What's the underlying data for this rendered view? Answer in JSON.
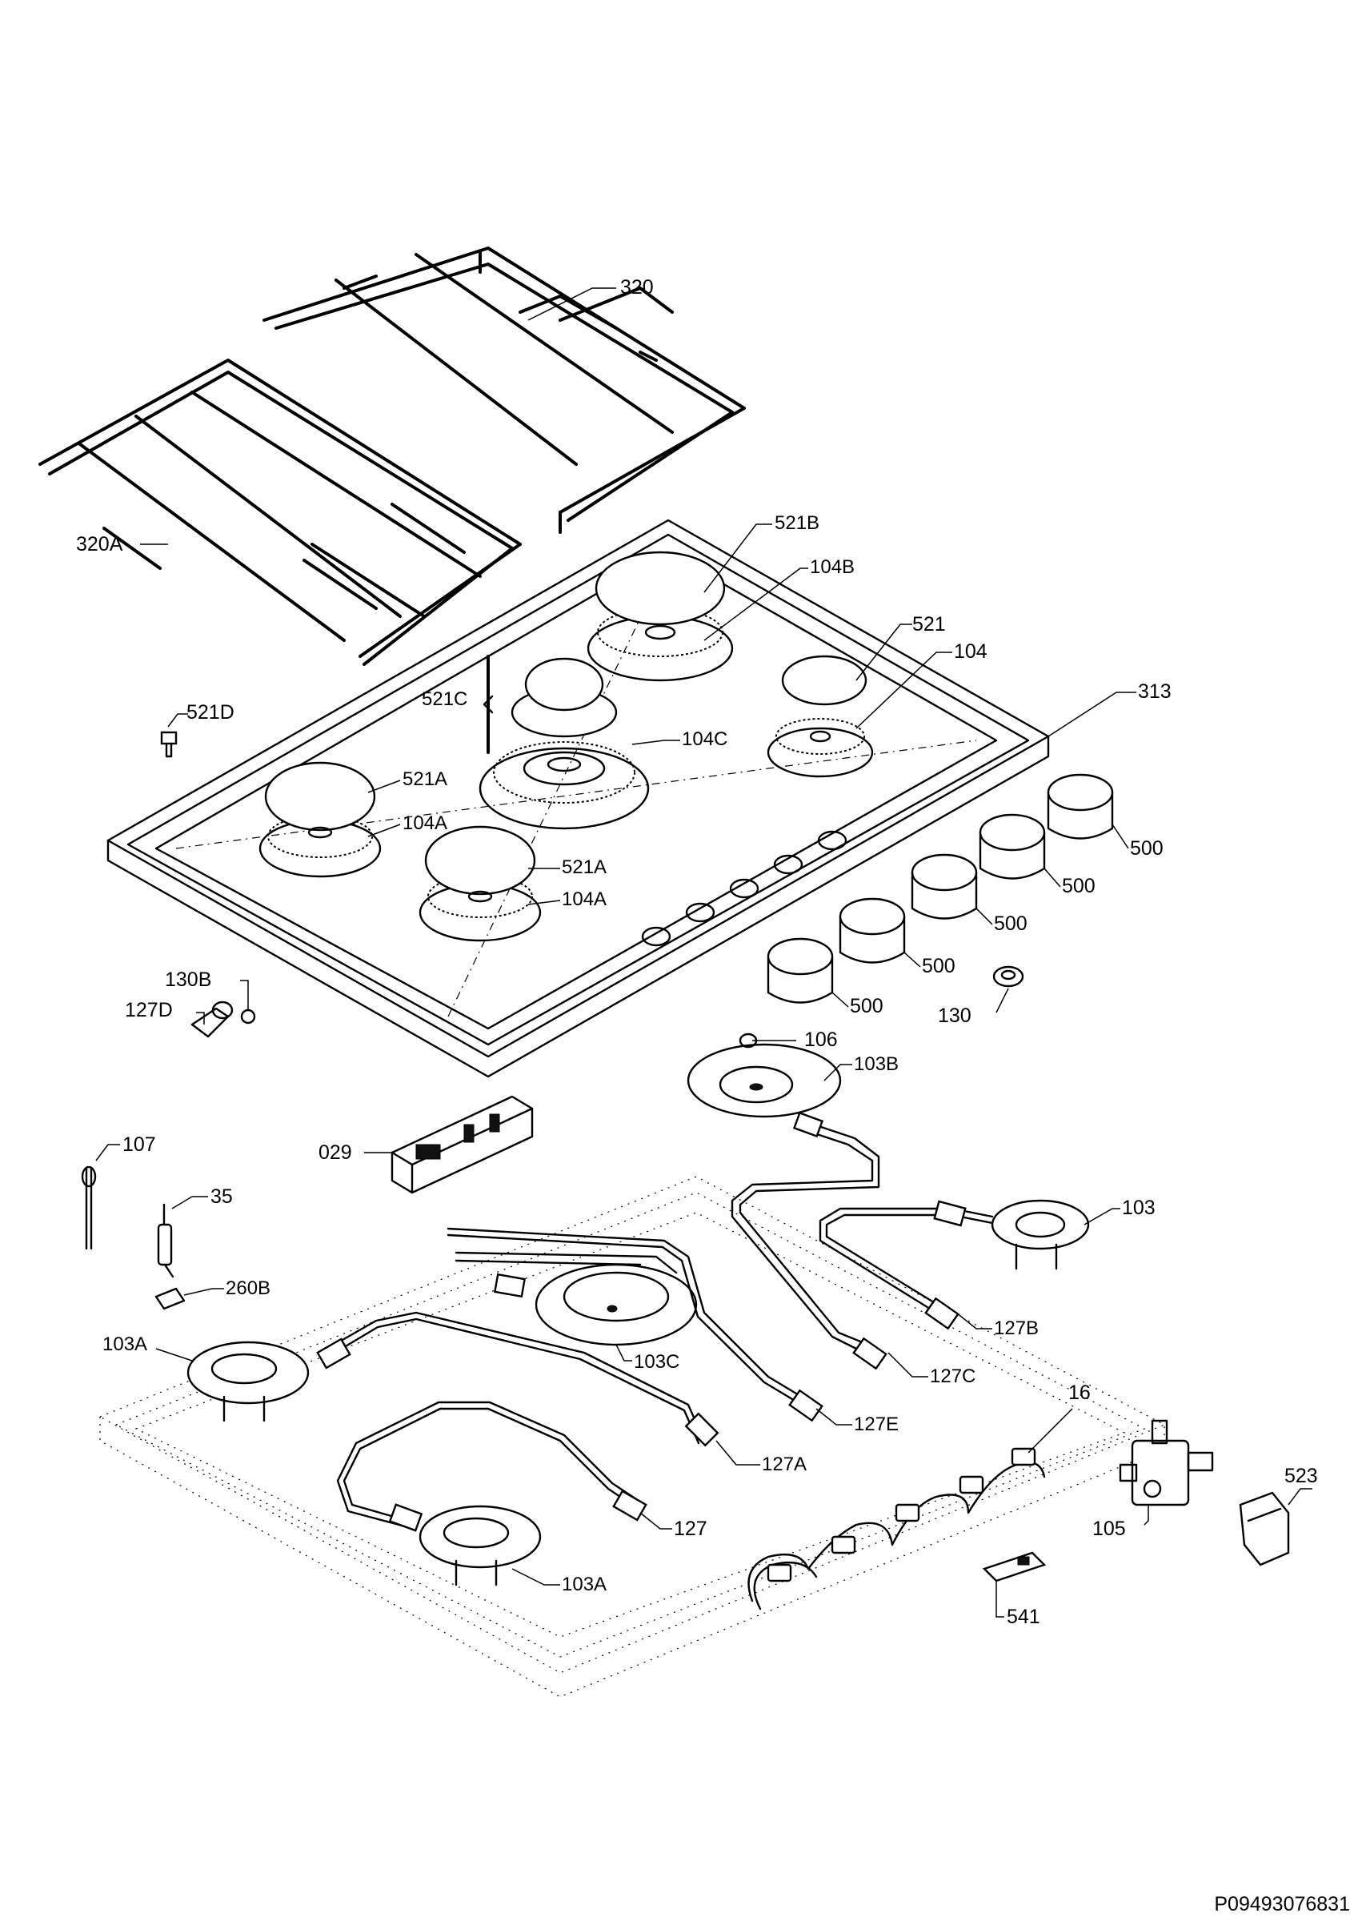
{
  "labels": {
    "l320": "320",
    "l320a": "320A",
    "l521d": "521D",
    "l521b": "521B",
    "l104b": "104B",
    "l521": "521",
    "l104": "104",
    "l313": "313",
    "l521c": "521C",
    "l104c": "104C",
    "l521a_1": "521A",
    "l104a_1": "104A",
    "l521a_2": "521A",
    "l104a_2": "104A",
    "l500_1": "500",
    "l500_2": "500",
    "l500_3": "500",
    "l500_4": "500",
    "l500_5": "500",
    "l130": "130",
    "l130b": "130B",
    "l127d": "127D",
    "l106": "106",
    "l103b": "103B",
    "l029": "029",
    "l107": "107",
    "l35": "35",
    "l103": "103",
    "l260b": "260B",
    "l103a_1": "103A",
    "l103c": "103C",
    "l127b": "127B",
    "l127c": "127C",
    "l127e": "127E",
    "l16": "16",
    "l127a": "127A",
    "l523": "523",
    "l105": "105",
    "l127": "127",
    "l103a_2": "103A",
    "l541": "541"
  },
  "footer": {
    "code": "P09493076831"
  }
}
